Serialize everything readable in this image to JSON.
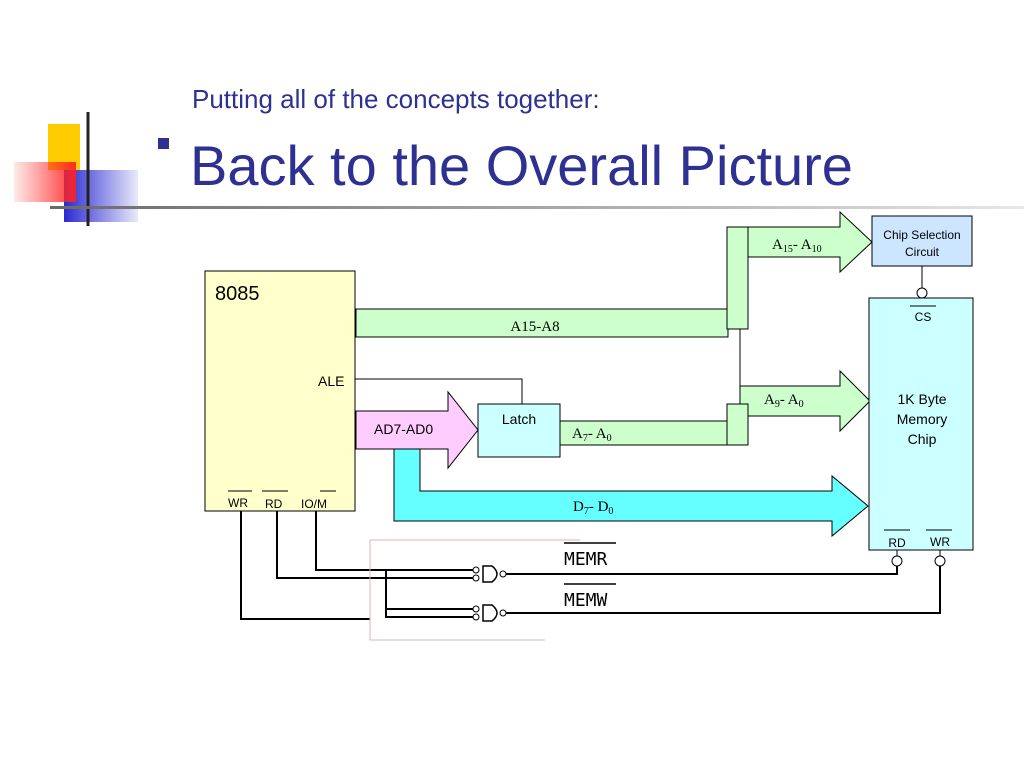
{
  "slide": {
    "subtitle": "Putting all of the concepts together:",
    "title": "Back to the Overall Picture"
  },
  "diagram": {
    "cpu": {
      "name": "8085",
      "ale": "ALE",
      "ad": "AD7-AD0",
      "wr": "WR",
      "rd": "RD",
      "iom": "IO/M"
    },
    "latch": "Latch",
    "chip_select": [
      "Chip Selection",
      "Circuit"
    ],
    "memory": {
      "lines": [
        "1K Byte",
        "Memory",
        "Chip"
      ],
      "cs": "CS",
      "rd": "RD",
      "wr": "WR"
    },
    "buses": {
      "a15_a8": "A15-A8",
      "a15_a10": {
        "base": "A",
        "sub1": "15",
        "mid": "- A",
        "sub2": "10"
      },
      "a9_a0": {
        "base": "A",
        "sub1": "9",
        "mid": "- A",
        "sub2": "0"
      },
      "a7_a0": {
        "base": "A",
        "sub1": "7",
        "mid": "- A",
        "sub2": "0"
      },
      "d7_d0": {
        "base": "D",
        "sub1": "7",
        "mid": "- D",
        "sub2": "0"
      }
    },
    "signals": {
      "memr": "MEMR",
      "memw": "MEMW"
    },
    "colors": {
      "title": "#2e3192",
      "cpu": "#ffffcc",
      "address_bus": "#ccffcc",
      "ad_bus": "#ffccff",
      "data_bus": "#66ffff",
      "memory": "#ccffff",
      "chip_select": "#cce6ff"
    }
  }
}
